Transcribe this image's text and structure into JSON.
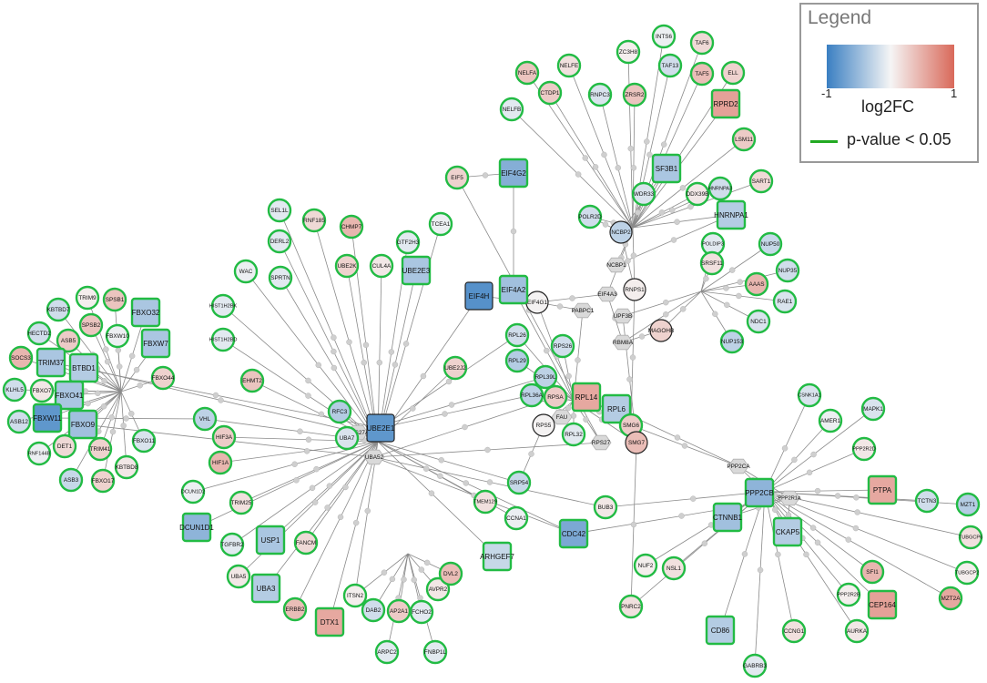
{
  "legend": {
    "title": "Legend",
    "scale_min": "-1",
    "scale_max": "1",
    "scale_label": "log2FC",
    "pvalue_label": "p-value < 0.05",
    "gradient_colors": [
      "#3a7fc2",
      "#f5f5f5",
      "#d9695a"
    ],
    "significant_border_color": "#22aa22"
  },
  "nodes": [
    {
      "id": "INTS6"
    },
    {
      "id": "ZC3H8"
    },
    {
      "id": "TAF6"
    },
    {
      "id": "TAF13"
    },
    {
      "id": "TAF5"
    },
    {
      "id": "ELL"
    },
    {
      "id": "NELFA"
    },
    {
      "id": "NELFE"
    },
    {
      "id": "CTDP1"
    },
    {
      "id": "RNPC3"
    },
    {
      "id": "ZRSR2"
    },
    {
      "id": "RPRD2"
    },
    {
      "id": "NELFB"
    },
    {
      "id": "LSM11"
    },
    {
      "id": "EIF5"
    },
    {
      "id": "EIF4G2"
    },
    {
      "id": "SF3B1"
    },
    {
      "id": "SART1"
    },
    {
      "id": "WDR33"
    },
    {
      "id": "DDX39B"
    },
    {
      "id": "HNRNPA3"
    },
    {
      "id": "HNRNPA1"
    },
    {
      "id": "POLR2D"
    },
    {
      "id": "NCBP2"
    },
    {
      "id": "POLDIP3"
    },
    {
      "id": "NUP50"
    },
    {
      "id": "SRSF11"
    },
    {
      "id": "NUP35"
    },
    {
      "id": "AAAS"
    },
    {
      "id": "RAE1"
    },
    {
      "id": "NCBP1"
    },
    {
      "id": "RNPS1"
    },
    {
      "id": "EIF4A3"
    },
    {
      "id": "UPF3B"
    },
    {
      "id": "EIF4G1"
    },
    {
      "id": "PABPC1"
    },
    {
      "id": "RBM8A"
    },
    {
      "id": "MAGOHB"
    },
    {
      "id": "NDC1"
    },
    {
      "id": "NUP153"
    },
    {
      "id": "SEL1L"
    },
    {
      "id": "RNF185"
    },
    {
      "id": "CHMP7"
    },
    {
      "id": "DERL2"
    },
    {
      "id": "UBE2K"
    },
    {
      "id": "GTF2H3"
    },
    {
      "id": "TCEA1"
    },
    {
      "id": "CUL4A"
    },
    {
      "id": "UBE2E3"
    },
    {
      "id": "WAC"
    },
    {
      "id": "SPRTN"
    },
    {
      "id": "HIST1H2BK"
    },
    {
      "id": "HIST1H2BD"
    },
    {
      "id": "EIF4H"
    },
    {
      "id": "EIF4A2"
    },
    {
      "id": "RPL26"
    },
    {
      "id": "RPS26"
    },
    {
      "id": "RPL29"
    },
    {
      "id": "KBTBD7"
    },
    {
      "id": "TRIM9"
    },
    {
      "id": "SPSB1"
    },
    {
      "id": "FBXO32"
    },
    {
      "id": "HECTD2"
    },
    {
      "id": "SPSB2"
    },
    {
      "id": "FBXW10"
    },
    {
      "id": "ASB5"
    },
    {
      "id": "FBXW7"
    },
    {
      "id": "SOCS3"
    },
    {
      "id": "TRIM37"
    },
    {
      "id": "BTBD1"
    },
    {
      "id": "KLHL5"
    },
    {
      "id": "FBXO7"
    },
    {
      "id": "FBXO41"
    },
    {
      "id": "FBXO44"
    },
    {
      "id": "ASB12"
    },
    {
      "id": "FBXW11"
    },
    {
      "id": "FBXO9"
    },
    {
      "id": "DET1"
    },
    {
      "id": "TRIM41"
    },
    {
      "id": "FBXO11"
    },
    {
      "id": "RNF144B"
    },
    {
      "id": "KBTBD8"
    },
    {
      "id": "ASB3"
    },
    {
      "id": "FBXO17"
    },
    {
      "id": "EHMT2"
    },
    {
      "id": "UBE2J2"
    },
    {
      "id": "VHL"
    },
    {
      "id": "RFC3"
    },
    {
      "id": "RPS27A"
    },
    {
      "id": "UBE2E1"
    },
    {
      "id": "HIF3A"
    },
    {
      "id": "UBA7"
    },
    {
      "id": "UBA52"
    },
    {
      "id": "HIF1A"
    },
    {
      "id": "RPL39L"
    },
    {
      "id": "RPL36A"
    },
    {
      "id": "RPSA"
    },
    {
      "id": "RPL14"
    },
    {
      "id": "RPL6"
    },
    {
      "id": "FAU"
    },
    {
      "id": "RPS5"
    },
    {
      "id": "RPL32"
    },
    {
      "id": "RPS27"
    },
    {
      "id": "SMG6"
    },
    {
      "id": "SMG7"
    },
    {
      "id": "DCUN1D2"
    },
    {
      "id": "TRIM25"
    },
    {
      "id": "DCUN1D1"
    },
    {
      "id": "TGFBR2"
    },
    {
      "id": "USP1"
    },
    {
      "id": "FANCM"
    },
    {
      "id": "UBA5"
    },
    {
      "id": "UBA3"
    },
    {
      "id": "ERBB2"
    },
    {
      "id": "ITSN2"
    },
    {
      "id": "DTX1"
    },
    {
      "id": "DAB2"
    },
    {
      "id": "AP2A1"
    },
    {
      "id": "FCHO2"
    },
    {
      "id": "AVPR2"
    },
    {
      "id": "DVL2"
    },
    {
      "id": "ARPC2"
    },
    {
      "id": "FNBP1L"
    },
    {
      "id": "SRP54"
    },
    {
      "id": "TMEM129"
    },
    {
      "id": "CCNA1"
    },
    {
      "id": "ARHGEF7"
    },
    {
      "id": "CDC42"
    },
    {
      "id": "BUB3"
    },
    {
      "id": "CSNK1A1"
    },
    {
      "id": "AMER1"
    },
    {
      "id": "MAPK1"
    },
    {
      "id": "PPP2R2D"
    },
    {
      "id": "PPP2CA"
    },
    {
      "id": "PPP2CB"
    },
    {
      "id": "PPP2R1A"
    },
    {
      "id": "PTPA"
    },
    {
      "id": "TCTN3"
    },
    {
      "id": "MZT1"
    },
    {
      "id": "TUBGCP6"
    },
    {
      "id": "CTNNB1"
    },
    {
      "id": "CKAP5"
    },
    {
      "id": "NUF2"
    },
    {
      "id": "NSL1"
    },
    {
      "id": "PNRC2"
    },
    {
      "id": "SFI1"
    },
    {
      "id": "TUBGCP2"
    },
    {
      "id": "PPP2R2B"
    },
    {
      "id": "CEP164"
    },
    {
      "id": "MZT2A"
    },
    {
      "id": "CD86"
    },
    {
      "id": "CCNG1"
    },
    {
      "id": "AURKA"
    },
    {
      "id": "GABRB3"
    }
  ]
}
